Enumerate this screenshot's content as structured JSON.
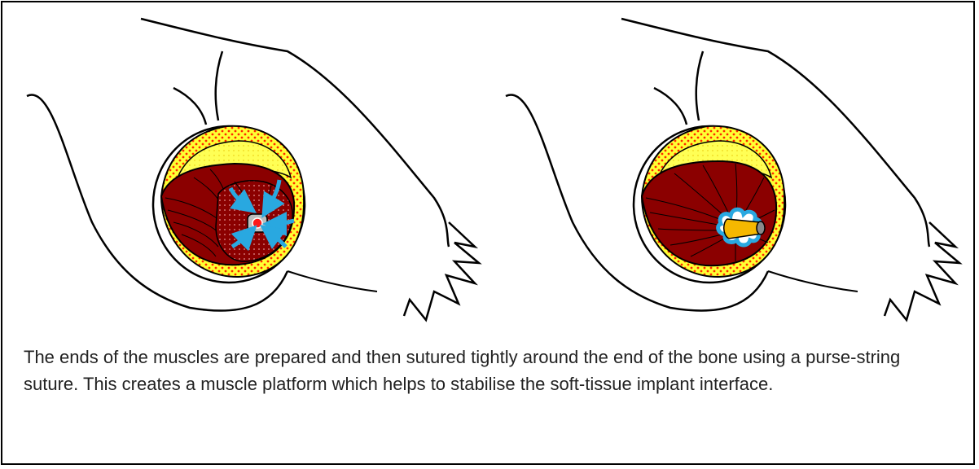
{
  "figure": {
    "panels": [
      {
        "label": "",
        "content": "muscle ends drawn over bone end"
      },
      {
        "label": "",
        "content": "purse-string sutured muscle platform around implant"
      }
    ],
    "caption": "The ends of the muscles are prepared and then sutured tightly around the end of the bone using a purse-string suture.  This creates a muscle platform which helps to stabilise the soft-tissue implant interface."
  },
  "colors": {
    "muscle": "#8b0000",
    "fat_yellow": "#ffff33",
    "fat_dots": "#ff2a00",
    "arrows": "#29a8e0",
    "implant": "#f5b800",
    "outline": "#000000"
  }
}
